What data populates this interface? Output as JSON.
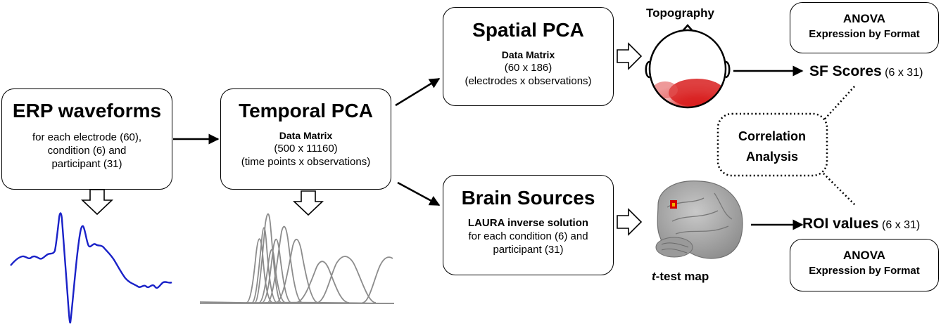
{
  "erp": {
    "title": "ERP waveforms",
    "line1": "for each electrode (60),",
    "line2": "condition (6) and",
    "line3": "participant (31)"
  },
  "temporal": {
    "title": "Temporal PCA",
    "matrix_label": "Data Matrix",
    "dims": "(500 x 11160)",
    "desc": "(time points x observations)"
  },
  "spatial": {
    "title": "Spatial PCA",
    "matrix_label": "Data Matrix",
    "dims": "(60 x 186)",
    "desc": "(electrodes x observations)"
  },
  "sources": {
    "title": "Brain Sources",
    "method": "LAURA inverse solution",
    "line1": "for each condition (6) and",
    "line2": "participant (31)"
  },
  "topography": {
    "label": "Topography"
  },
  "ttest": {
    "label_italic": "t",
    "label_rest": "-test map"
  },
  "sf_scores": {
    "name": "SF Scores",
    "dims": "(6 x 31)"
  },
  "roi_values": {
    "name": "ROI values",
    "dims": "(6 x 31)"
  },
  "anova_top": {
    "title": "ANOVA",
    "subtitle": "Expression by Format"
  },
  "anova_bottom": {
    "title": "ANOVA",
    "subtitle": "Expression by Format"
  },
  "correlation": {
    "line1": "Correlation",
    "line2": "Analysis"
  },
  "colors": {
    "erp_wave": "#1a22c8",
    "pca_lines": "#8c8c8c",
    "topo_red": "#d81e1e",
    "roi_mark": "#d40000"
  }
}
